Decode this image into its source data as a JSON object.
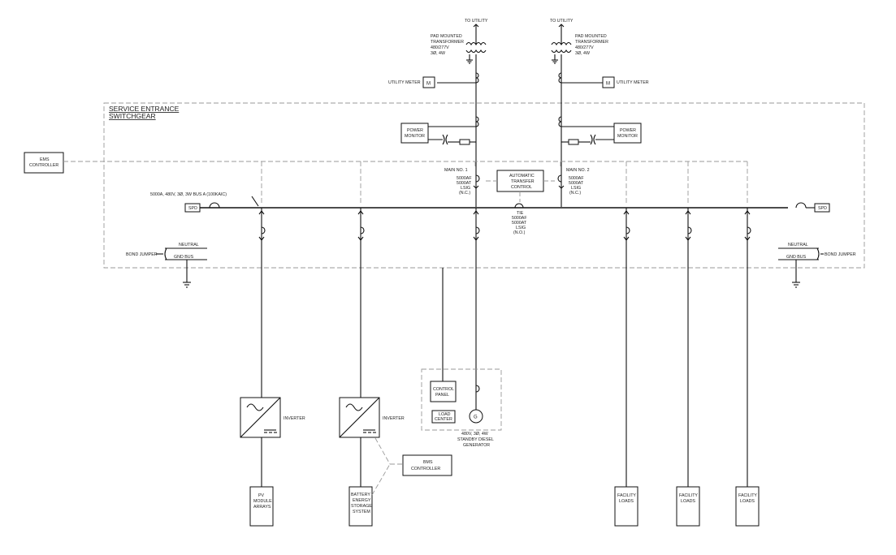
{
  "labels": {
    "service_entrance": [
      "SERVICE ENTRANCE",
      "SWITCHGEAR"
    ],
    "to_utility": "TO UTILITY",
    "transformer": [
      "PAD MOUNTED",
      "TRANSFORMER",
      "480/277V",
      "3Ø, 4W"
    ],
    "utility_meter": "UTILITY METER",
    "meter_symbol": "M",
    "power_monitor": [
      "POWER",
      "MONITOR"
    ],
    "ems_controller": [
      "EMS",
      "CONTROLLER"
    ],
    "main1": [
      "MAIN NO. 1",
      "5000AF",
      "5000AT",
      "LSIG",
      "(N.C.)"
    ],
    "main2": [
      "MAIN NO. 2",
      "5000AF",
      "5000AT",
      "LSIG",
      "(N.C.)"
    ],
    "ats": [
      "AUTOMATIC",
      "TRANSFER",
      "CONTROL"
    ],
    "tie": [
      "TIE",
      "5000AF",
      "5000AT",
      "LSIG",
      "(N.O.)"
    ],
    "bus_rating": "5000A, 480V, 3Ø, 3W BUS A (100KAIC)",
    "spd": "SPD",
    "neutral": "NEUTRAL",
    "gnd_bus": "GND BUS",
    "bond_jumper": "BOND JUMPER",
    "inverter": "INVERTER",
    "pv": [
      "PV",
      "MODULE",
      "ARRAYS"
    ],
    "bess": [
      "BATTERY",
      "ENERGY",
      "STORAGE",
      "SYSTEM"
    ],
    "bms": [
      "BMS",
      "CONTROLLER"
    ],
    "control_panel": [
      "CONTROL",
      "PANEL"
    ],
    "load_center": [
      "LOAD",
      "CENTER"
    ],
    "generator_symbol": "G",
    "generator": [
      "480V, 3Ø, 4W",
      "STANDBY DIESEL",
      "GENERATOR"
    ],
    "facility_loads": [
      "FACILITY",
      "LOADS"
    ]
  }
}
